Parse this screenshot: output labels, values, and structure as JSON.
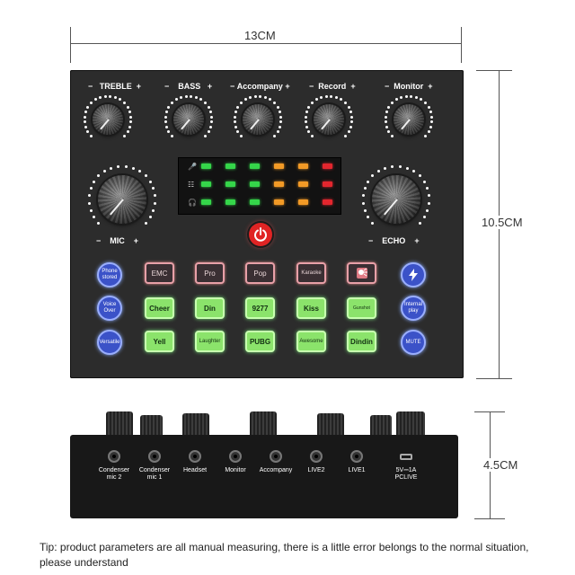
{
  "dimensions": {
    "width": "13CM",
    "height_top": "10.5CM",
    "height_side": "4.5CM"
  },
  "knobs": [
    {
      "label": "TREBLE"
    },
    {
      "label": "BASS"
    },
    {
      "label": "Accompany"
    },
    {
      "label": "Record"
    },
    {
      "label": "Monitor"
    }
  ],
  "big_knobs": {
    "left": "MIC",
    "right": "ECHO"
  },
  "sign": {
    "minus": "−",
    "plus": "+"
  },
  "meter": {
    "rows": [
      "mic-icon",
      "mixer-icon",
      "headphone-icon"
    ],
    "colors": [
      "#35d64a",
      "#35d64a",
      "#35d64a",
      "#f29a26",
      "#f29a26",
      "#e3262e"
    ]
  },
  "buttons": {
    "row1": [
      "EMC",
      "Pro",
      "Pop",
      "Karaoke",
      ""
    ],
    "row2": [
      "Cheer",
      "Din",
      "9277",
      "Kiss",
      "Gunshot"
    ],
    "row3": [
      "Yell",
      "Laughter",
      "PUBG",
      "Awesome",
      "Dindin"
    ],
    "left_round": [
      "Phone stored",
      "Voice Over",
      "Versatile"
    ],
    "right_round": [
      "",
      "Internal play",
      "MUTE"
    ]
  },
  "ports": [
    {
      "l1": "Condenser",
      "l2": "mic 2"
    },
    {
      "l1": "Condenser",
      "l2": "mic 1"
    },
    {
      "l1": "Headset",
      "l2": ""
    },
    {
      "l1": "Monitor",
      "l2": ""
    },
    {
      "l1": "Accompany",
      "l2": ""
    },
    {
      "l1": "LIVE2",
      "l2": ""
    },
    {
      "l1": "LIVE1",
      "l2": ""
    },
    {
      "l1": "5V⎓1A",
      "l2": "PCLIVE"
    }
  ],
  "tip": "Tip: product parameters are all manual measuring, there is a little error belongs to the normal situation, please understand"
}
